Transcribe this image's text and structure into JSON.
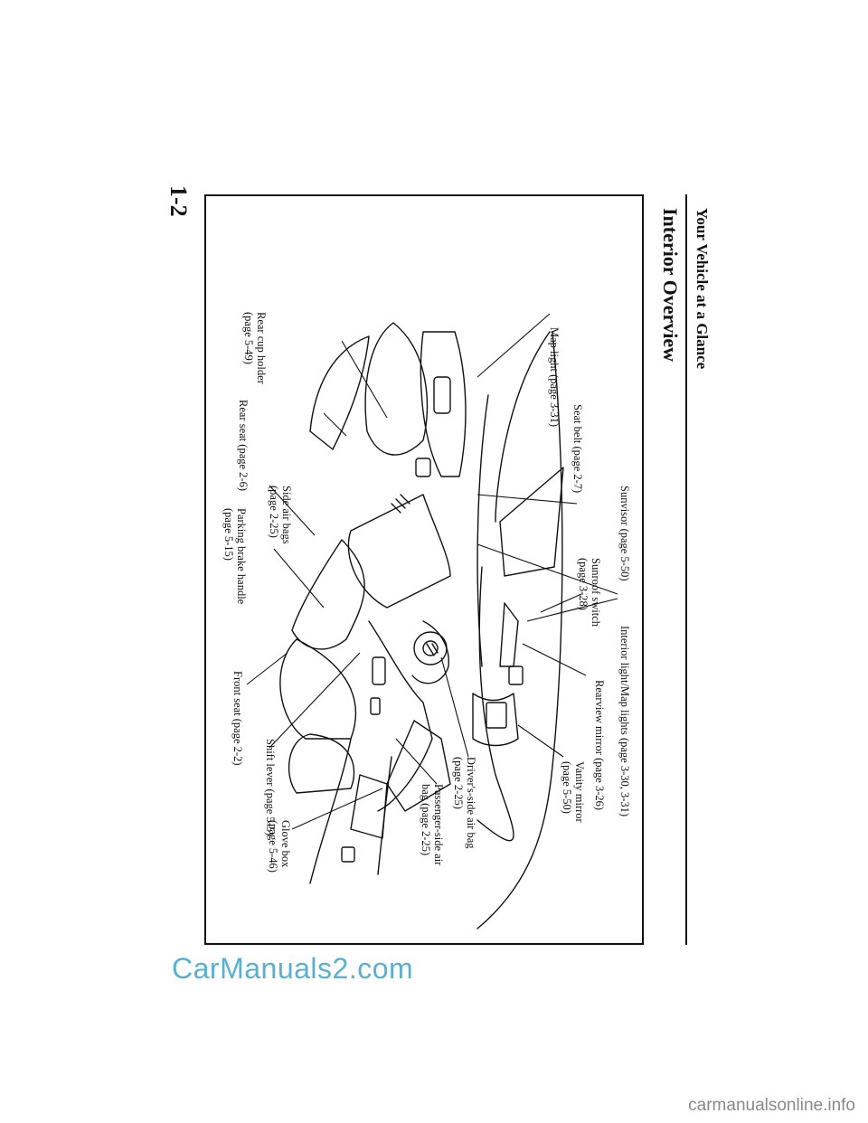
{
  "header": {
    "section_title": "Your Vehicle at a Glance",
    "page_heading": "Interior Overview",
    "page_number": "1-2"
  },
  "figure": {
    "callouts": {
      "sunvisor": "Sunvisor (page 5-50)",
      "interior_light": "Interior light/Map lights (page 3-30, 3-31)",
      "sunroof_switch": "Sunroof switch\n(page 3-28)",
      "rearview_mirror": "Rearview mirror (page 3-26)",
      "vanity_mirror": "Vanity mirror\n(page 5-50)",
      "seat_belt": "Seat belt (page 2-7)",
      "map_light": "Map light (page 3-31)",
      "rear_cup_holder": "Rear cup holder\n(page 5-49)",
      "rear_seat": "Rear seat (page 2-6)",
      "side_air_bags": "Side air bags\n(page 2-25)",
      "parking_brake": "Parking brake handle\n(page 5-15)",
      "front_seat": "Front seat (page 2-2)",
      "shift_lever": "Shift lever (page 5-5)",
      "glove_box": "Glove box\n(page 5-46)",
      "passenger_airbag": "Passenger-side air\nbag (page 2-25)",
      "driver_airbag": "Driver's-side air bag\n(page 2-25)"
    }
  },
  "footer": {
    "brand": "CarManuals2.com",
    "url": "carmanualsonline.info"
  }
}
